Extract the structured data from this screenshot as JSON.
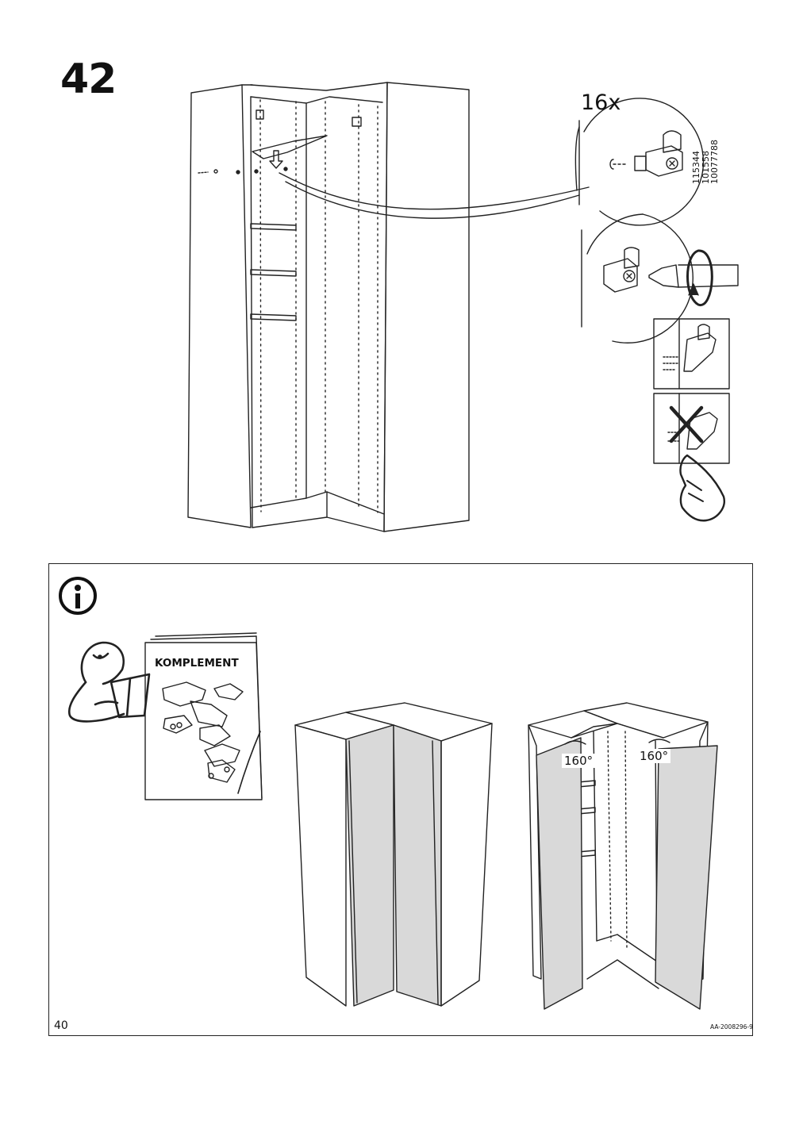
{
  "step": {
    "number": "42"
  },
  "fitting": {
    "quantity": "16x",
    "part_numbers": [
      "115344",
      "101558",
      "10077788"
    ]
  },
  "info": {
    "booklet_title": "KOMPLEMENT"
  },
  "doors": {
    "left_angle": "160°",
    "right_angle": "160°"
  },
  "footer": {
    "page_number": "40",
    "doc_code": "AA-2008296-9"
  }
}
